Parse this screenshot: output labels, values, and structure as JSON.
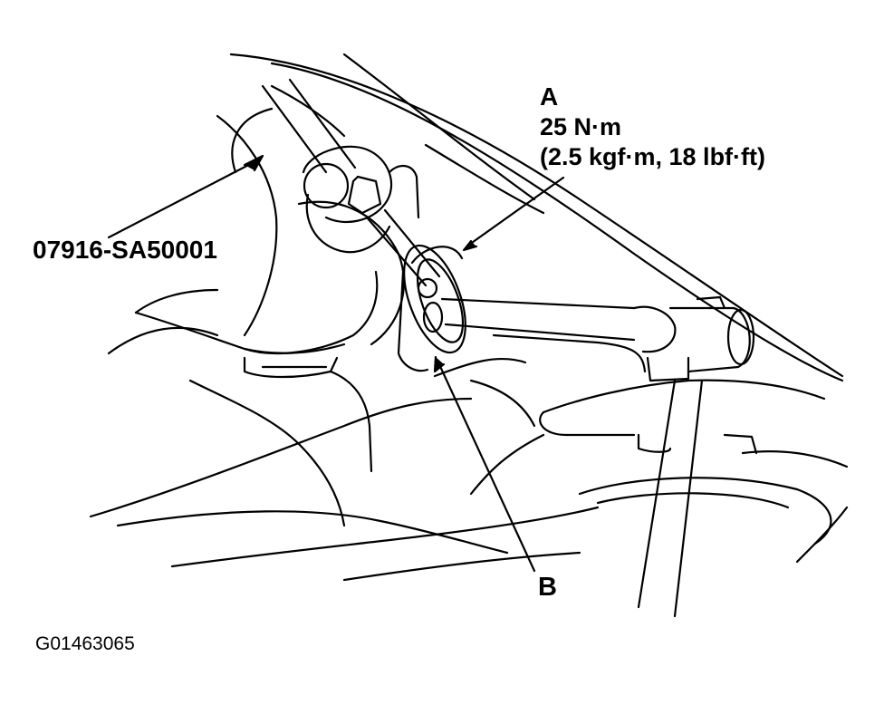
{
  "callouts": {
    "a_letter": "A",
    "a_torque": "25 N·m",
    "a_torque_alt": "(2.5 kgf·m, 18 lbf·ft)",
    "tool_number": "07916-SA50001",
    "b_letter": "B"
  },
  "figure_id": "G01463065",
  "colors": {
    "line": "#000000",
    "background": "#ffffff"
  }
}
